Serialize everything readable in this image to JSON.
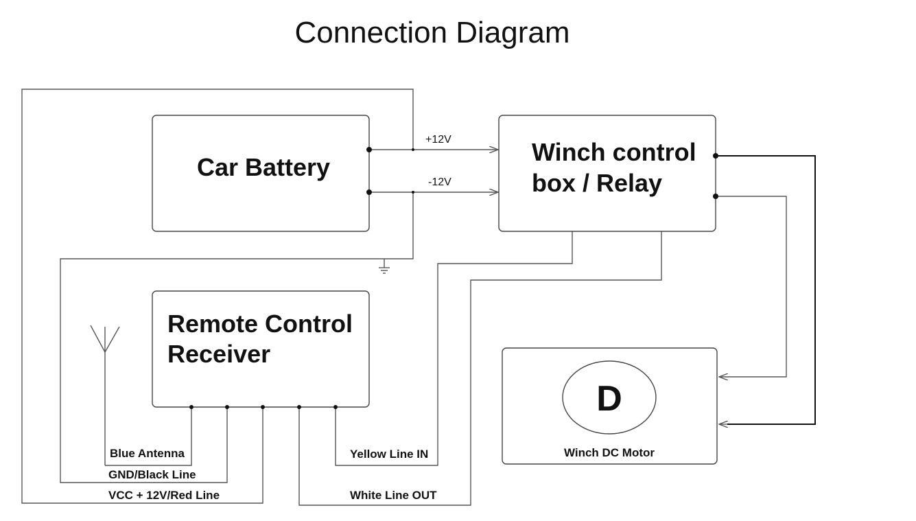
{
  "title": "Connection Diagram",
  "boxes": {
    "battery": {
      "label": "Car Battery"
    },
    "relay": {
      "line1": "Winch control",
      "line2": "box / Relay"
    },
    "receiver": {
      "line1": "Remote Control",
      "line2": "Receiver"
    },
    "motor": {
      "symbol": "D",
      "label": "Winch DC Motor"
    }
  },
  "wires": {
    "plus12": "+12V",
    "minus12": "-12V",
    "blue_antenna": "Blue Antenna",
    "gnd": "GND/Black Line",
    "vcc": "VCC + 12V/Red Line",
    "yellow": "Yellow Line IN",
    "white": "White Line OUT"
  }
}
